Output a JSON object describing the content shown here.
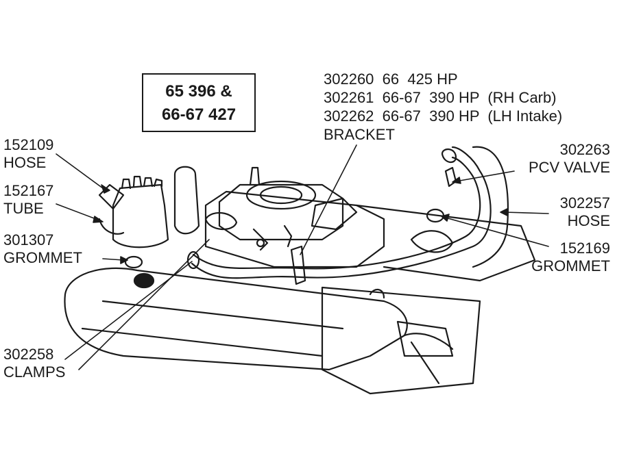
{
  "title_box": {
    "line1": "65 396 &",
    "line2": "66-67 427"
  },
  "bracket_callout": {
    "lines": [
      "302260  66  425 HP",
      "302261  66-67  390 HP  (RH Carb)",
      "302262  66-67  390 HP  (LH Intake)"
    ],
    "name": "BRACKET"
  },
  "callouts": [
    {
      "part": "152109",
      "name": "HOSE"
    },
    {
      "part": "152167",
      "name": "TUBE"
    },
    {
      "part": "301307",
      "name": "GROMMET"
    },
    {
      "part": "302258",
      "name": "CLAMPS"
    },
    {
      "part": "302263",
      "name": "PCV VALVE"
    },
    {
      "part": "302257",
      "name": "HOSE"
    },
    {
      "part": "152169",
      "name": "GROMMET"
    }
  ]
}
